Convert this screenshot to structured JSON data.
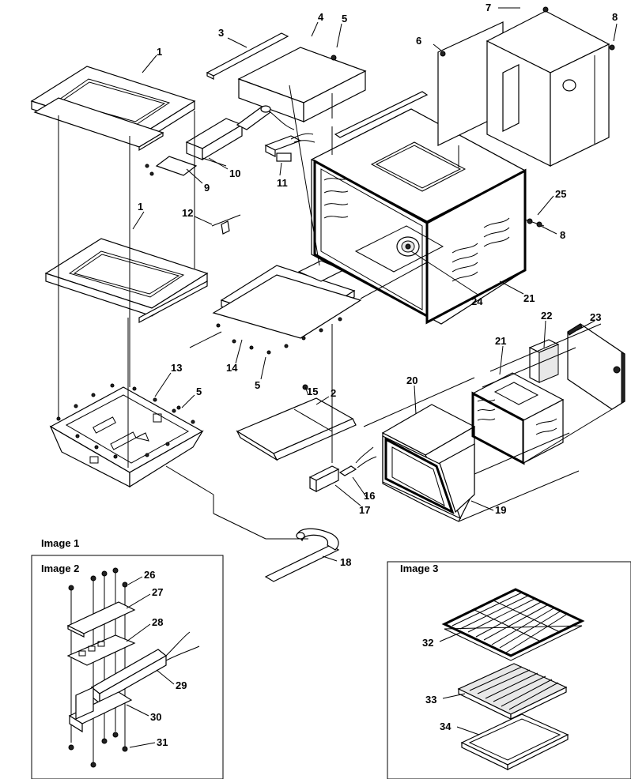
{
  "captions": {
    "image1": "Image 1",
    "image2": "Image 2",
    "image3": "Image 3"
  },
  "callouts": [
    {
      "id": "c1a",
      "text": "1"
    },
    {
      "id": "c1b",
      "text": "1"
    },
    {
      "id": "c2",
      "text": "2"
    },
    {
      "id": "c3",
      "text": "3"
    },
    {
      "id": "c4",
      "text": "4"
    },
    {
      "id": "c5a",
      "text": "5"
    },
    {
      "id": "c5b",
      "text": "5"
    },
    {
      "id": "c5c",
      "text": "5"
    },
    {
      "id": "c6",
      "text": "6"
    },
    {
      "id": "c7",
      "text": "7"
    },
    {
      "id": "c8a",
      "text": "8"
    },
    {
      "id": "c8b",
      "text": "8"
    },
    {
      "id": "c9",
      "text": "9"
    },
    {
      "id": "c10",
      "text": "10"
    },
    {
      "id": "c11",
      "text": "11"
    },
    {
      "id": "c12",
      "text": "12"
    },
    {
      "id": "c13",
      "text": "13"
    },
    {
      "id": "c14",
      "text": "14"
    },
    {
      "id": "c15",
      "text": "15"
    },
    {
      "id": "c16",
      "text": "16"
    },
    {
      "id": "c17",
      "text": "17"
    },
    {
      "id": "c18",
      "text": "18"
    },
    {
      "id": "c19",
      "text": "19"
    },
    {
      "id": "c20",
      "text": "20"
    },
    {
      "id": "c21a",
      "text": "21"
    },
    {
      "id": "c21b",
      "text": "21"
    },
    {
      "id": "c22",
      "text": "22"
    },
    {
      "id": "c23",
      "text": "23"
    },
    {
      "id": "c24",
      "text": "24"
    },
    {
      "id": "c25",
      "text": "25"
    },
    {
      "id": "c26",
      "text": "26"
    },
    {
      "id": "c27",
      "text": "27"
    },
    {
      "id": "c28",
      "text": "28"
    },
    {
      "id": "c29",
      "text": "29"
    },
    {
      "id": "c30",
      "text": "30"
    },
    {
      "id": "c31",
      "text": "31"
    },
    {
      "id": "c32",
      "text": "32"
    },
    {
      "id": "c33",
      "text": "33"
    },
    {
      "id": "c34",
      "text": "34"
    }
  ]
}
